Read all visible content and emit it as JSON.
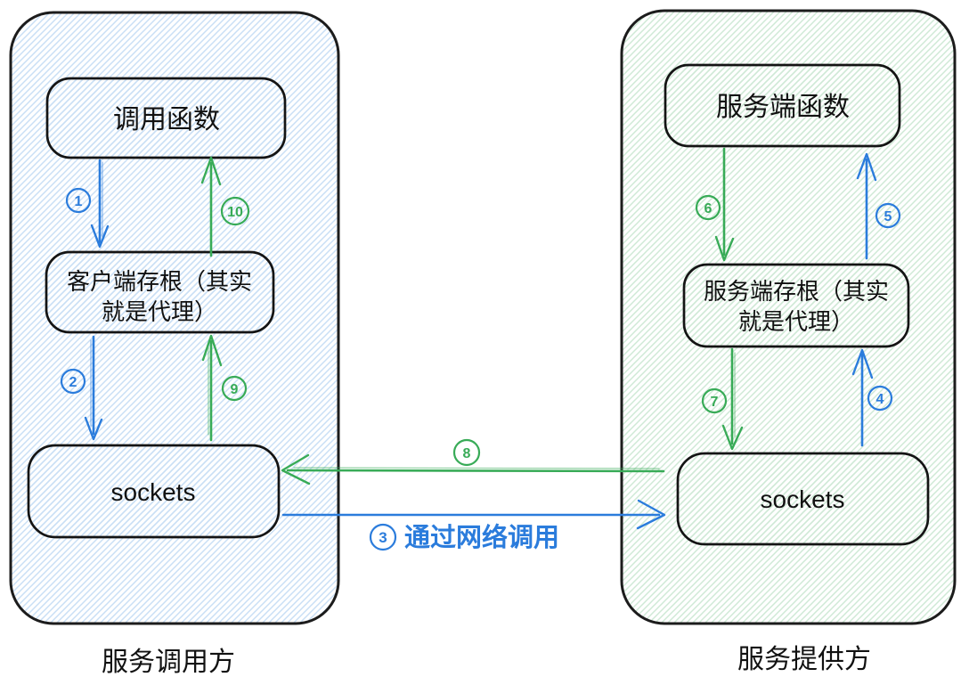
{
  "colors": {
    "blue": "#2b7cdc",
    "green": "#38ab57",
    "outline": "#1c1c1c",
    "blue_hatch": "#c9dff5",
    "green_hatch": "#cfe9d6"
  },
  "caller": {
    "title": "服务调用方",
    "boxes": {
      "function": "调用函数",
      "stub_line1": "客户端存根（其实",
      "stub_line2": "就是代理）",
      "sockets": "sockets"
    }
  },
  "provider": {
    "title": "服务提供方",
    "boxes": {
      "function": "服务端函数",
      "stub_line1": "服务端存根（其实",
      "stub_line2": "就是代理）",
      "sockets": "sockets"
    }
  },
  "steps": [
    "1",
    "2",
    "3",
    "4",
    "5",
    "6",
    "7",
    "8",
    "9",
    "10"
  ],
  "network_label": "通过网络调用"
}
